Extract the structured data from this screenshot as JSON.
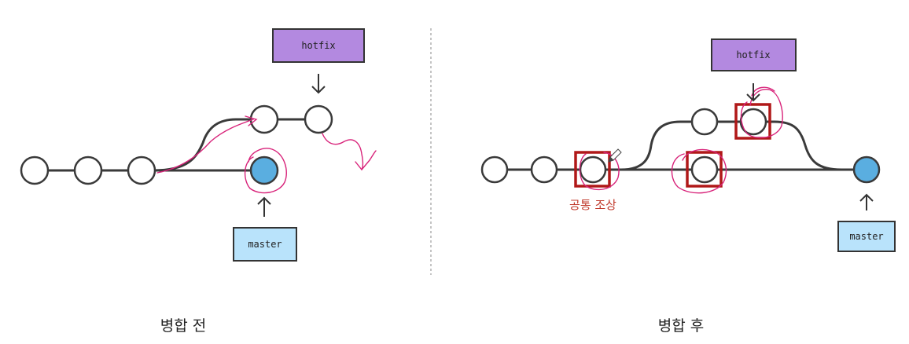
{
  "left_panel": {
    "caption": "병합 전",
    "hotfix_label": "hotfix",
    "master_label": "master"
  },
  "right_panel": {
    "caption": "병합 후",
    "hotfix_label": "hotfix",
    "master_label": "master",
    "annotation": "공통 조상"
  },
  "colors": {
    "branch_label_fill": "#b389e0",
    "master_label_fill": "#b9e3fb",
    "head_commit_fill": "#5aaee0",
    "line": "#3a3a3a",
    "annotation_red": "#c0392b",
    "highlight_box": "#b01818",
    "scribble": "#d8237a"
  }
}
